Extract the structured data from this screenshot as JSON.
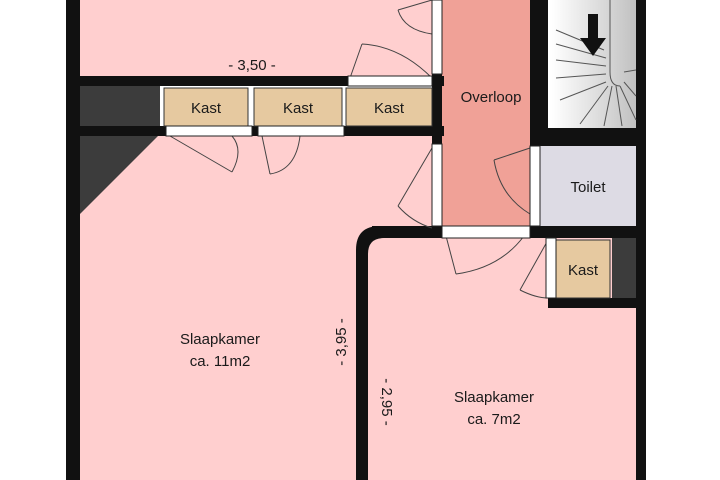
{
  "rooms": {
    "bedroom_left": {
      "name": "Slaapkamer",
      "area": "ca. 11m2"
    },
    "bedroom_right": {
      "name": "Slaapkamer",
      "area": "ca. 7m2"
    },
    "landing": {
      "name": "Overloop"
    },
    "toilet": {
      "name": "Toilet"
    },
    "closets": [
      "Kast",
      "Kast",
      "Kast",
      "Kast"
    ]
  },
  "dimensions": {
    "top_width": "- 3,50 -",
    "left_height": "- 3,95 -",
    "right_height": "- 2,95 -"
  },
  "colors": {
    "bedroom": "#ffcfcf",
    "landing": "#f0a197",
    "closet": "#e6c9a0",
    "toilet": "#dddbe4",
    "wall": "#111111",
    "shaft": "#3c3c3c"
  },
  "icons": [
    "stair-direction-arrow-icon"
  ]
}
